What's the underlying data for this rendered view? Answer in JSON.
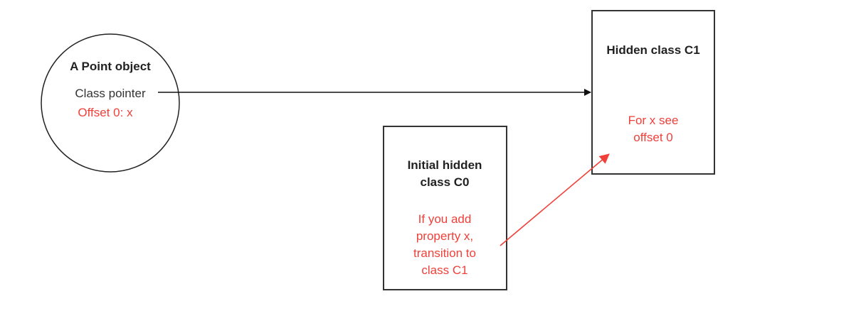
{
  "point_object": {
    "title": "A Point object",
    "class_pointer": "Class pointer",
    "offset": "Offset 0: x"
  },
  "hidden_class_c1": {
    "title": "Hidden class C1",
    "note_lines": [
      "For x see",
      "offset 0"
    ]
  },
  "initial_class_c0": {
    "title_lines": [
      "Initial hidden",
      "class C0"
    ],
    "note_lines": [
      "If you add",
      "property x,",
      "transition to",
      "class C1"
    ]
  },
  "colors": {
    "accent": "#f0403a",
    "stroke": "#222222"
  }
}
